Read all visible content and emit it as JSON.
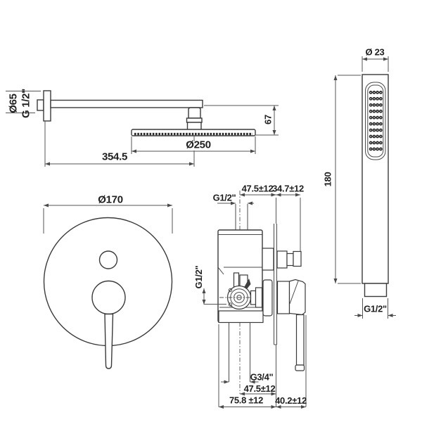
{
  "drawing": {
    "rain_head": {
      "flange_diameter": "Ø65",
      "wall_connection": "G 1/2\"",
      "arm_length": "354.5",
      "head_diameter": "Ø250",
      "drop_height": "67"
    },
    "hand_shower": {
      "head_diameter": "Ø 23",
      "length": "180",
      "connection": "G1/2\""
    },
    "trim_plate": {
      "diameter": "Ø170"
    },
    "valve": {
      "riser_offset": "47.5±12",
      "outlet_projection": "34.7±12",
      "riser_connection": "G1/2\"",
      "inlet_connection": "G1/2\"",
      "bottom_connection": "G3/4\"",
      "bottom_offset": "47.5±12",
      "recess_depth": "75.8 ±12",
      "handle_projection": "40.2±12"
    },
    "colors": {
      "background": "#ffffff",
      "object_line": "#3a3a3a",
      "dimension_line": "#555555",
      "text": "#1f1f1f"
    }
  }
}
